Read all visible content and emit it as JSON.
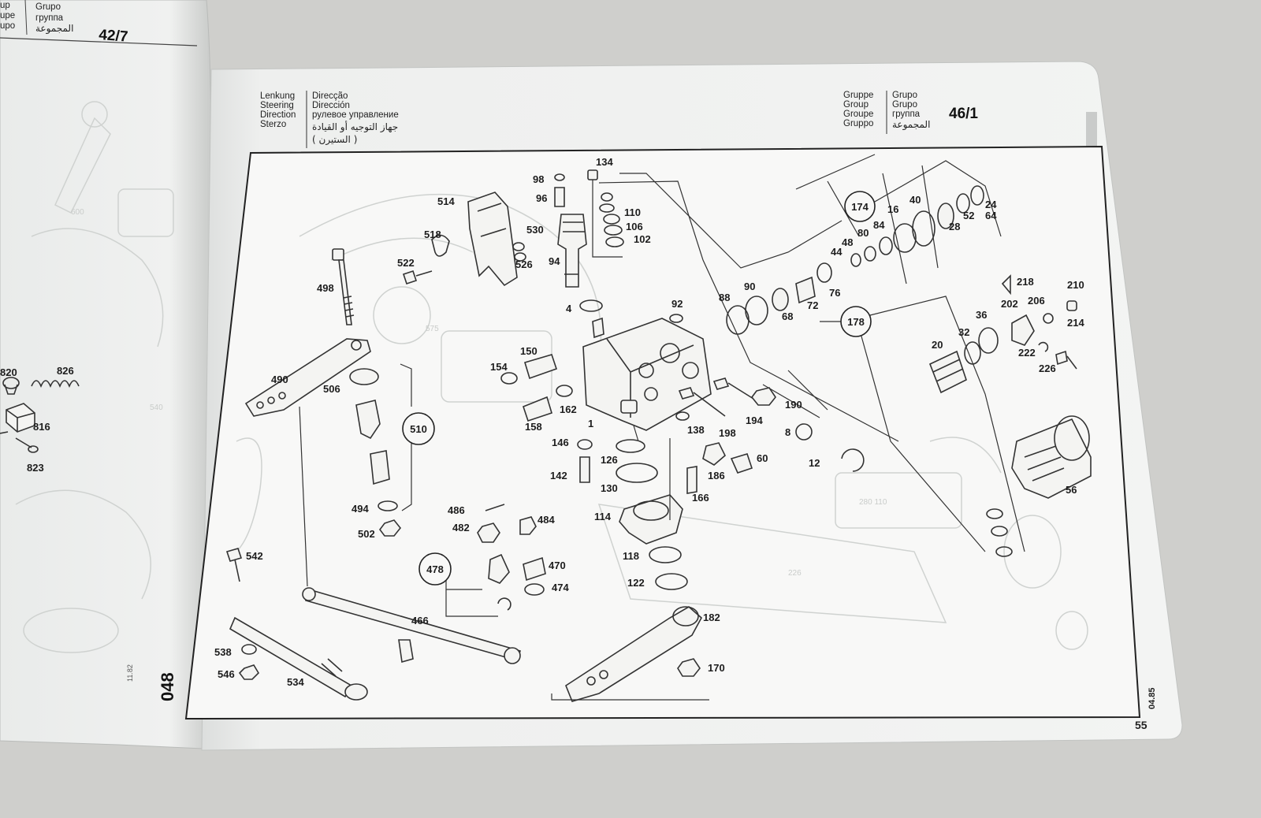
{
  "left_page": {
    "header": {
      "group_words": [
        "up",
        "upe",
        "upo"
      ],
      "group_words_2": [
        "Grupo",
        "группа",
        "المجموعة"
      ],
      "group_number": "42/7"
    },
    "margin_text": "11.82",
    "page_tab": "048",
    "parts": [
      "820",
      "826",
      "816",
      "823"
    ]
  },
  "right_page": {
    "header": {
      "category_labels": [
        "Lenkung",
        "Steering",
        "Direction",
        "Sterzo"
      ],
      "category_labels_2": [
        "Direcção",
        "Dirección",
        "рулевое управление",
        "جهاز التوجيه أو القيادة",
        "( الستيرن )"
      ],
      "group_labels": [
        "Gruppe",
        "Group",
        "Groupe",
        "Gruppo"
      ],
      "group_labels_2": [
        "Grupo",
        "Grupo",
        "группа",
        "المجموعة"
      ],
      "group_number": "46/1"
    },
    "edition": "04.85",
    "page_number": "55",
    "callouts": [
      "510",
      "478",
      "174",
      "178"
    ],
    "parts": [
      "134",
      "98",
      "96",
      "110",
      "106",
      "102",
      "514",
      "518",
      "530",
      "526",
      "94",
      "522",
      "498",
      "4",
      "92",
      "88",
      "90",
      "68",
      "72",
      "76",
      "44",
      "48",
      "80",
      "84",
      "16",
      "40",
      "28",
      "52",
      "24",
      "64",
      "150",
      "154",
      "158",
      "162",
      "1",
      "138",
      "198",
      "194",
      "190",
      "8",
      "12",
      "218",
      "202",
      "206",
      "210",
      "214",
      "36",
      "32",
      "20",
      "222",
      "226",
      "56",
      "490",
      "506",
      "494",
      "502",
      "146",
      "142",
      "126",
      "130",
      "186",
      "60",
      "166",
      "486",
      "482",
      "484",
      "114",
      "118",
      "122",
      "470",
      "474",
      "542",
      "466",
      "538",
      "546",
      "534",
      "182",
      "170"
    ]
  }
}
